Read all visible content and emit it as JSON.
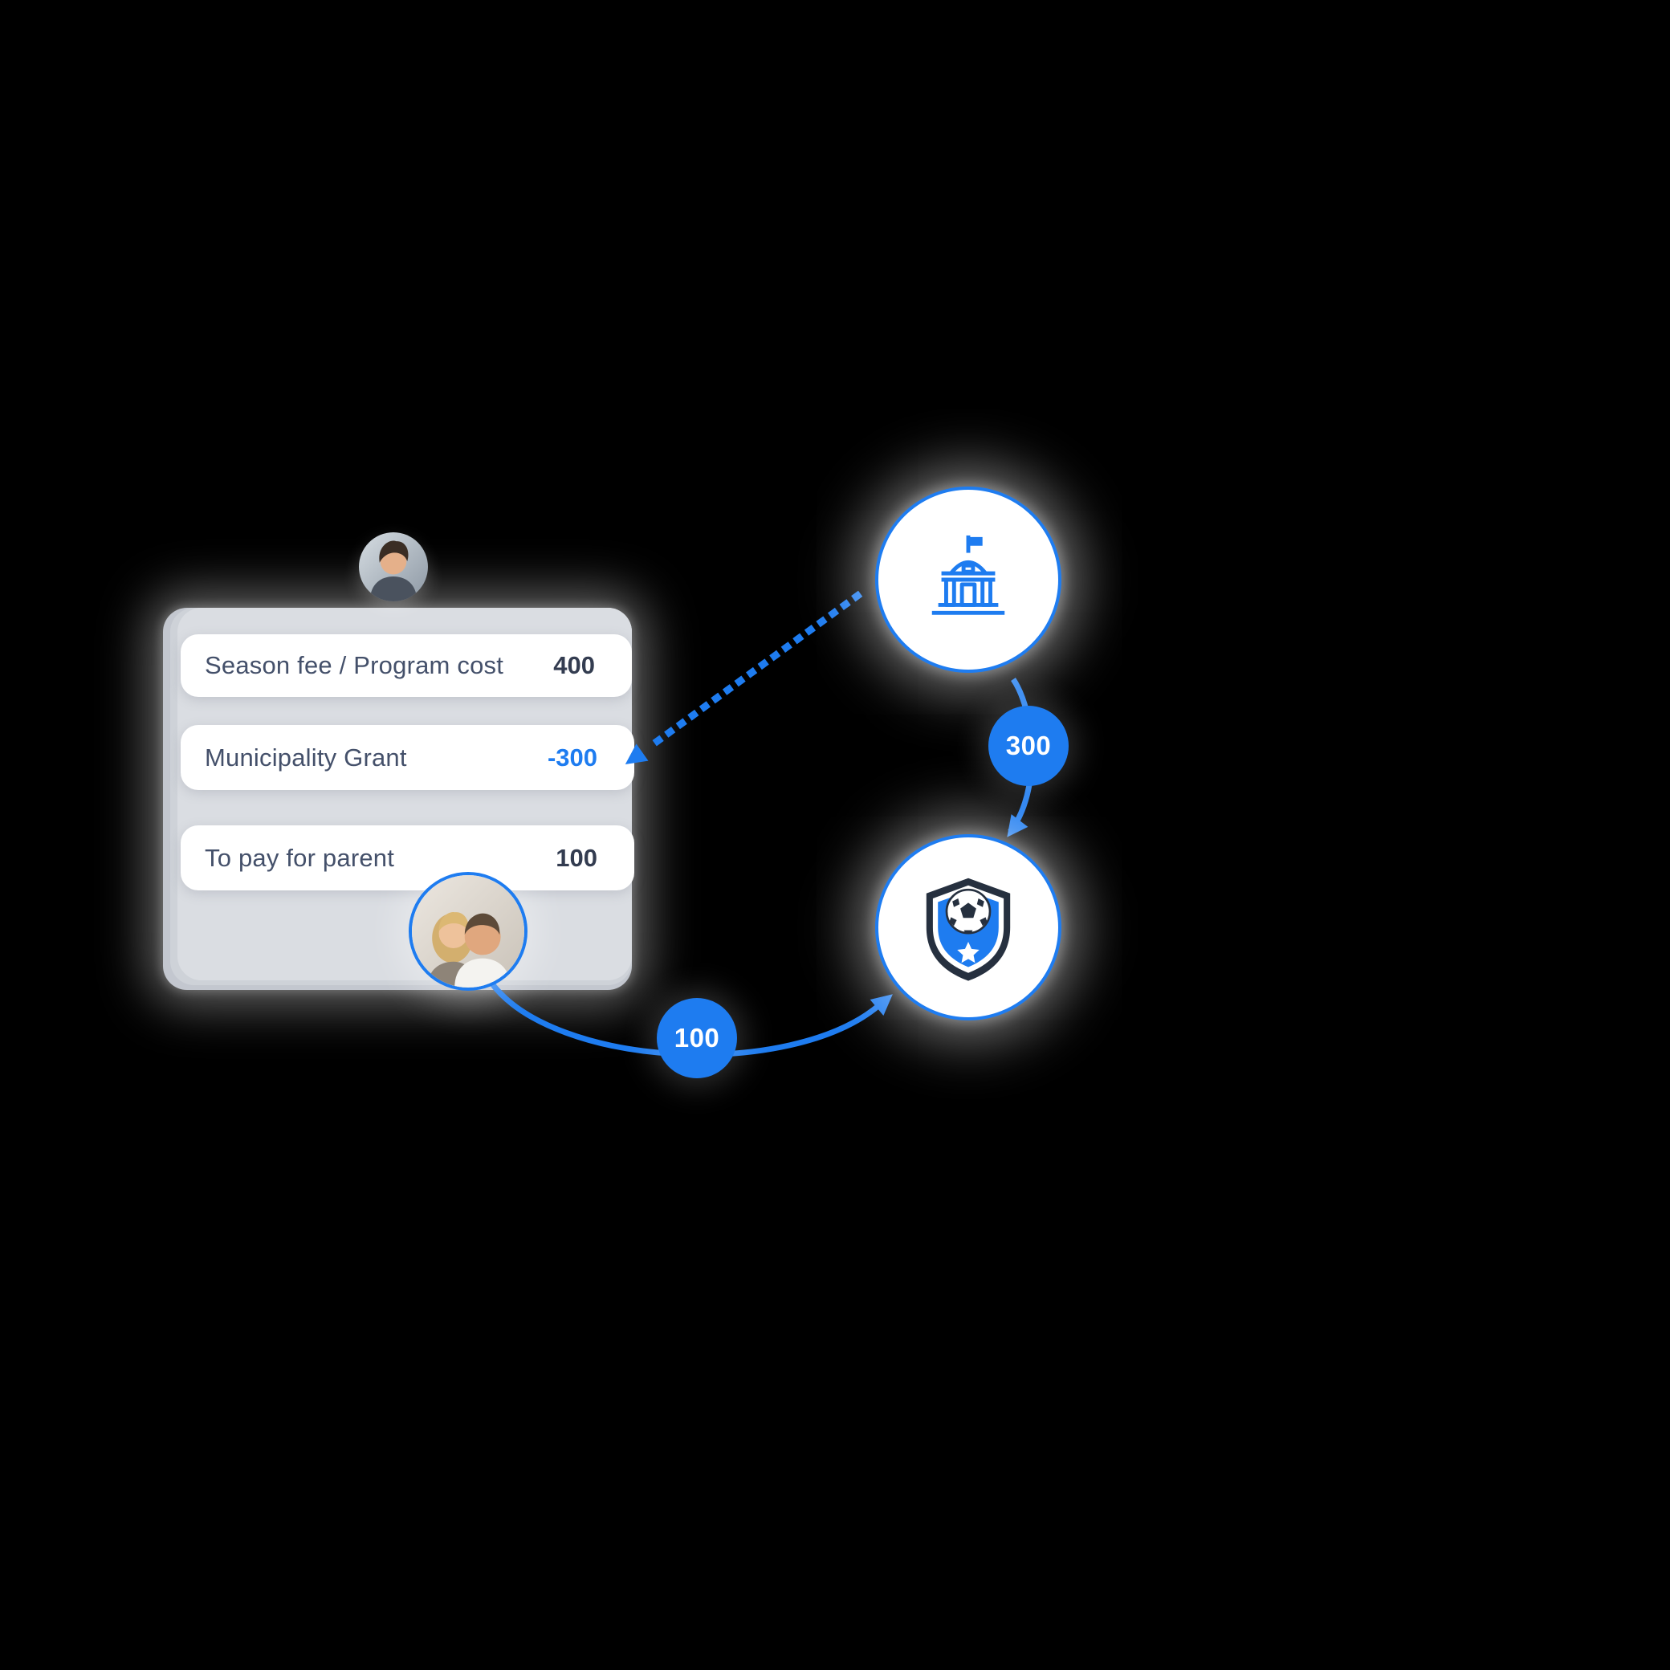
{
  "colors": {
    "accent": "#1e7cf0",
    "text_dark": "#333c50",
    "text_label": "#44506a",
    "node_background": "#ffffff",
    "canvas_background": "#000000"
  },
  "cost_card": {
    "rows": [
      {
        "label": "Season fee / Program cost",
        "value": "400"
      },
      {
        "label": "Municipality Grant",
        "value": "-300"
      },
      {
        "label": "To pay for parent",
        "value": "100"
      }
    ]
  },
  "flows": {
    "municipality_grant_amount": "300",
    "parent_payment_amount": "100"
  },
  "icons": {
    "municipality": "government-building-icon",
    "club": "soccer-club-crest-icon",
    "teen": "teen-avatar-photo",
    "parents": "parents-avatar-photo"
  }
}
